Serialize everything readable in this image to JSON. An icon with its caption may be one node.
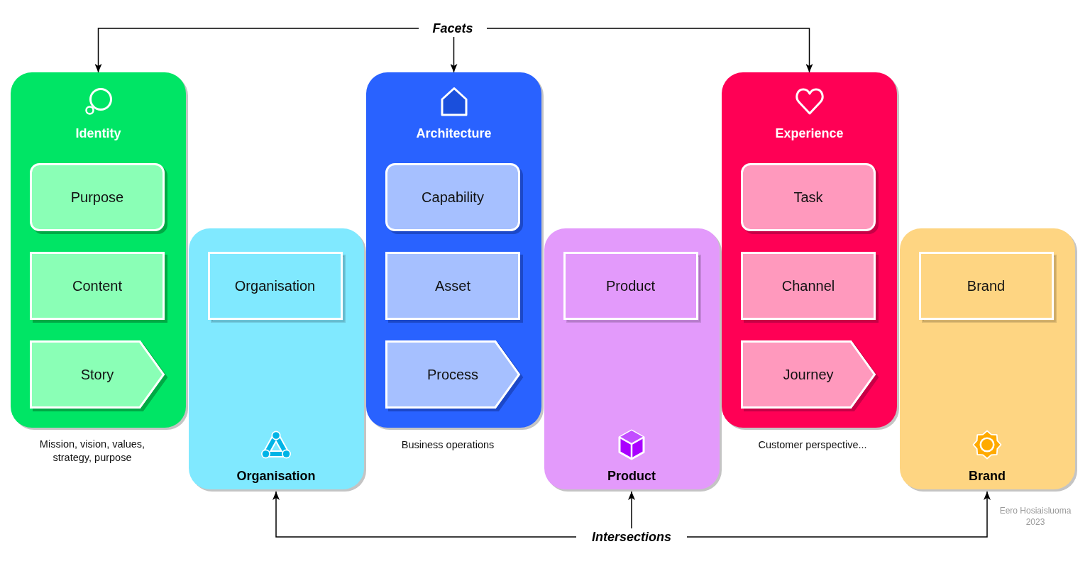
{
  "diagram": {
    "nodes": [
      {
        "text": [
          "Facets"
        ]
      },
      {
        "text": [
          "Identity"
        ],
        "beside": [
          "Mission, vision, values, strategy, purpose"
        ]
      },
      {
        "text": [
          "Purpose"
        ],
        "in": 1
      },
      {
        "text": [
          "Content"
        ],
        "in": 1
      },
      {
        "text": [
          "Story"
        ],
        "in": 1
      },
      {
        "text": [
          "Organisation"
        ]
      },
      {
        "text": [
          "Organisation"
        ],
        "in": 5
      },
      {
        "text": [
          "Architecture"
        ],
        "beside": [
          "Business operations"
        ]
      },
      {
        "text": [
          "Capability"
        ],
        "in": 7
      },
      {
        "text": [
          "Asset"
        ],
        "in": 7
      },
      {
        "text": [
          "Process"
        ],
        "in": 7
      },
      {
        "text": [
          "Product"
        ]
      },
      {
        "text": [
          "Product"
        ],
        "in": 11
      },
      {
        "text": [
          "Experience"
        ],
        "beside": [
          "Customer perspective..."
        ]
      },
      {
        "text": [
          "Task"
        ],
        "in": 13
      },
      {
        "text": [
          "Channel"
        ],
        "in": 13
      },
      {
        "text": [
          "Journey"
        ],
        "in": 13
      },
      {
        "text": [
          "Brand"
        ]
      },
      {
        "text": [
          "Brand"
        ],
        "in": 17
      },
      {
        "text": [
          "Intersections"
        ]
      }
    ],
    "edges": [
      {
        "from": 0,
        "to": 1,
        "arrow": "to"
      },
      {
        "from": 0,
        "to": 7,
        "arrow": "to"
      },
      {
        "from": 0,
        "to": 13,
        "arrow": "to"
      },
      {
        "from": 19,
        "to": 5,
        "arrow": "to"
      },
      {
        "from": 19,
        "to": 11,
        "arrow": "to"
      },
      {
        "from": 19,
        "to": 17,
        "arrow": "to"
      }
    ],
    "labels": [
      "Eero Hosiaisluoma 2023"
    ]
  }
}
